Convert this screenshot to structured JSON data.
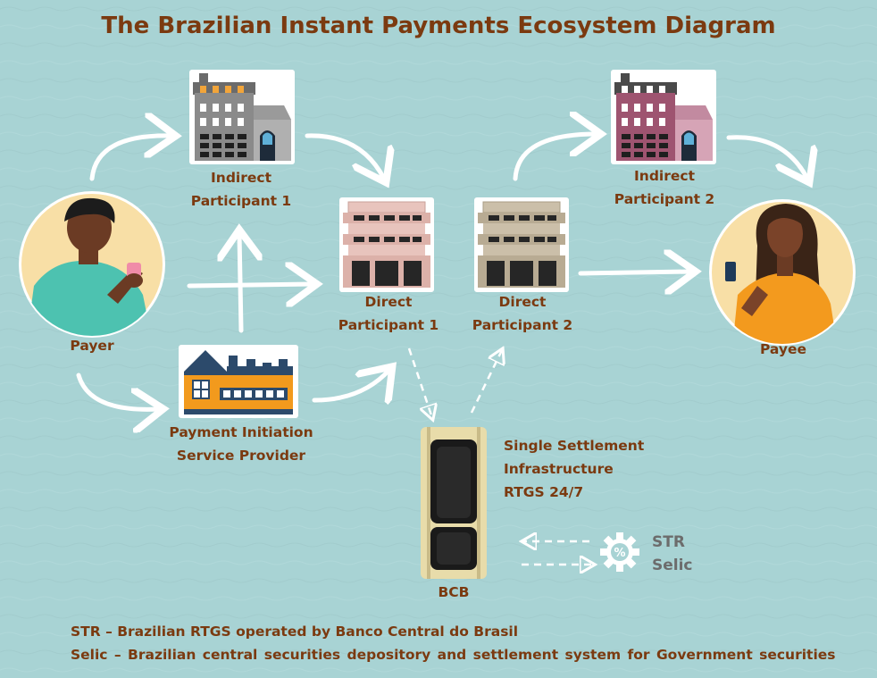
{
  "title": "The Brazilian Instant Payments Ecosystem Diagram",
  "nodes": {
    "payer": "Payer",
    "payee": "Payee",
    "indirect_1": [
      "Indirect",
      "Participant 1"
    ],
    "indirect_2": [
      "Indirect",
      "Participant 2"
    ],
    "direct_1": [
      "Direct",
      "Participant 1"
    ],
    "direct_2": [
      "Direct",
      "Participant 2"
    ],
    "pisp": [
      "Payment Initiation",
      "Service Provider"
    ],
    "settlement": [
      "Single Settlement",
      "Infrastructure",
      "RTGS 24/7"
    ],
    "bcb": "BCB",
    "str": "STR",
    "selic": "Selic"
  },
  "icons": {
    "settings": "gear-percent-icon"
  },
  "footnotes": {
    "str": "STR – Brazilian RTGS operated by Banco Central do Brasil",
    "selic": "Selic – Brazilian central securities depository and settlement system for Government securities"
  },
  "colors": {
    "background": "#a8d3d4",
    "text": "#7b3a10",
    "indirect_1_building": "#8b8b8b",
    "indirect_2_building": "#9e5470",
    "direct_1_building": "#e8c4bd",
    "direct_2_building": "#cbbfa9",
    "pisp_building": "#f29a1d"
  }
}
